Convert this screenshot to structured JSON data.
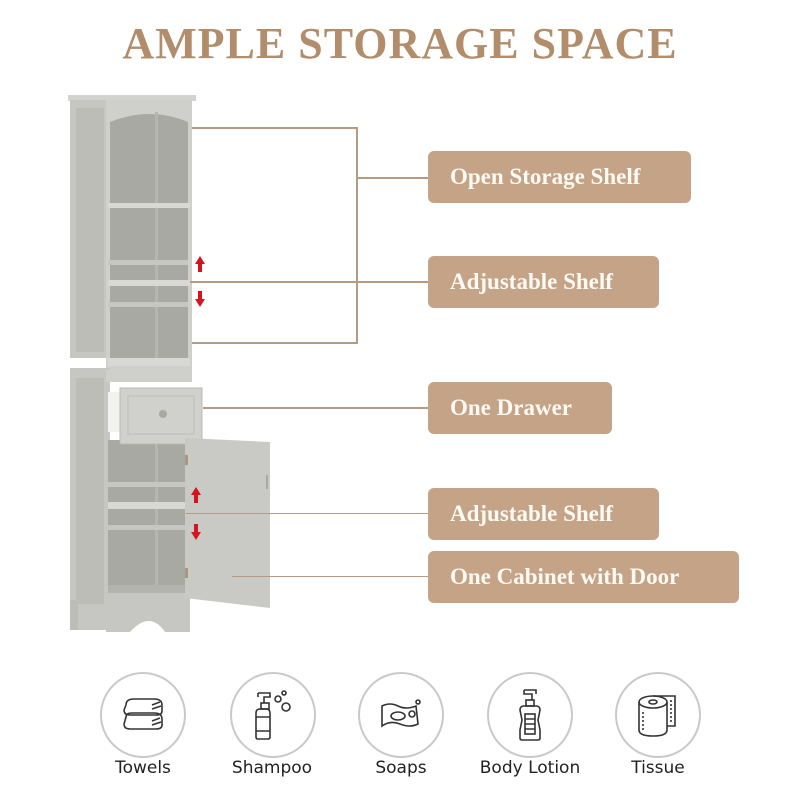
{
  "title": "AMPLE STORAGE SPACE",
  "colors": {
    "accent": "#b28d6c",
    "label_bg": "#c4a387",
    "label_text": "#fffaf3",
    "line": "#b59b82",
    "arrow": "#d8131f",
    "cabinet": "#bdbdb8"
  },
  "features": [
    {
      "label": "Open Storage Shelf"
    },
    {
      "label": "Adjustable Shelf"
    },
    {
      "label": "One Drawer"
    },
    {
      "label": "Adjustable Shelf"
    },
    {
      "label": "One Cabinet with Door"
    }
  ],
  "uses": [
    {
      "label": "Towels",
      "icon": "towels-icon"
    },
    {
      "label": "Shampoo",
      "icon": "shampoo-icon"
    },
    {
      "label": "Soaps",
      "icon": "soap-icon"
    },
    {
      "label": "Body Lotion",
      "icon": "body-lotion-icon"
    },
    {
      "label": "Tissue",
      "icon": "tissue-icon"
    }
  ]
}
